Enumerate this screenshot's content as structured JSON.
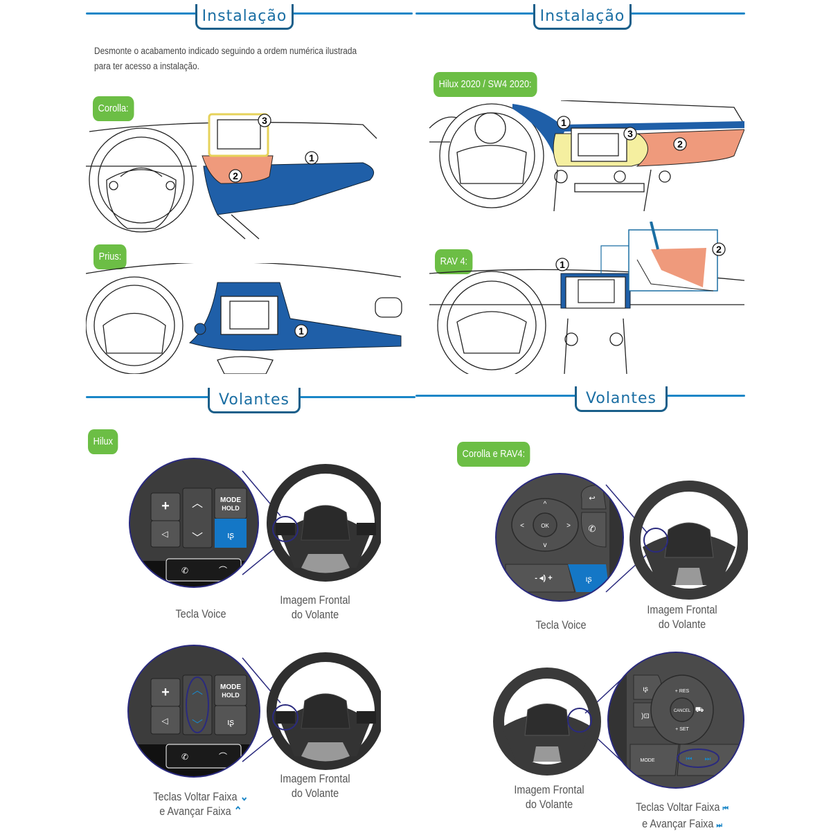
{
  "sections": {
    "installation_left": "Instalação",
    "installation_right": "Instalação",
    "wheels_left": "Volantes",
    "wheels_right": "Volantes"
  },
  "intro": {
    "line1": "Desmonte o acabamento indicado seguindo a ordem numérica ilustrada",
    "line2": "para ter acesso a instalação."
  },
  "colors": {
    "accent_blue": "#1a86c7",
    "tag_green": "#6cbe45",
    "panel_blue": "#1f5fa8",
    "panel_salmon": "#ef9a7c",
    "panel_yellow": "#f5efa0",
    "voice_key": "#1477c6"
  },
  "install": {
    "corolla": {
      "tag": "Corolla:",
      "steps": [
        "1",
        "2",
        "3"
      ]
    },
    "hilux": {
      "tag": "Hilux 2020 / SW4 2020:",
      "steps": [
        "1",
        "2",
        "3"
      ]
    },
    "prius": {
      "tag": "Prius:",
      "steps": [
        "1"
      ]
    },
    "rav4": {
      "tag": "RAV 4:",
      "steps": [
        "1",
        "2"
      ]
    }
  },
  "wheels": {
    "hilux": {
      "tag": "Hilux",
      "keys": {
        "plus": "+",
        "mode": "MODE",
        "hold": "HOLD"
      },
      "voice_caption": "Tecla Voice",
      "front_caption_1": "Imagem Frontal",
      "front_caption_2": "do Volante",
      "track_caption_1": "Teclas Voltar Faixa",
      "track_caption_2": "e Avançar Faixa",
      "front2_caption_1": "Imagem Frontal",
      "front2_caption_2": "do Volante",
      "icons": {
        "down": "chevron-down-icon",
        "up": "chevron-up-icon"
      }
    },
    "corolla_rav4": {
      "tag": "Corolla e RAV4:",
      "keys": {
        "ok": "OK",
        "vol": "- ◂) +",
        "res": "+ RES",
        "cancel": "CANCEL",
        "set": "+ SET",
        "mode": "MODE"
      },
      "voice_caption": "Tecla Voice",
      "front_caption_1": "Imagem Frontal",
      "front_caption_2": "do Volante",
      "track_caption_1": "Teclas Voltar Faixa",
      "track_caption_2": "e Avançar Faixa",
      "front2_caption_1": "Imagem Frontal",
      "front2_caption_2": "do Volante",
      "icons": {
        "prev": "skip-back-icon",
        "next": "skip-forward-icon"
      }
    }
  }
}
